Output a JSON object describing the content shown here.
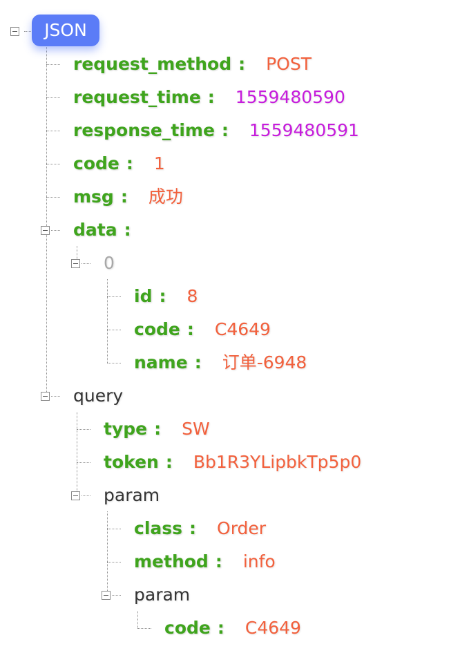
{
  "root": {
    "label": "JSON"
  },
  "rows": {
    "request_method": {
      "key": "request_method",
      "value": "POST"
    },
    "request_time": {
      "key": "request_time",
      "value": "1559480590"
    },
    "response_time": {
      "key": "response_time",
      "value": "1559480591"
    },
    "code": {
      "key": "code",
      "value": "1"
    },
    "msg": {
      "key": "msg",
      "value": "成功"
    },
    "data": {
      "key": "data"
    },
    "data_index": {
      "value": "0"
    },
    "data_id": {
      "key": "id",
      "value": "8"
    },
    "data_code": {
      "key": "code",
      "value": "C4649"
    },
    "data_name": {
      "key": "name",
      "value": "订单-6948"
    },
    "query": {
      "key": "query"
    },
    "query_type": {
      "key": "type",
      "value": "SW"
    },
    "query_token": {
      "key": "token",
      "value": "Bb1R3YLipbkTp5p0"
    },
    "query_param": {
      "key": "param"
    },
    "param_class": {
      "key": "class",
      "value": "Order"
    },
    "param_method": {
      "key": "method",
      "value": "info"
    },
    "param_param": {
      "key": "param"
    },
    "param_param_code": {
      "key": "code",
      "value": "C4649"
    }
  },
  "separator": ":",
  "colors": {
    "key": "#3fa41d",
    "string": "#f2603c",
    "number": "#c61bdc",
    "index": "#a8a8a8",
    "badge": "#5b7cf7"
  },
  "icons": {
    "toggle": "collapse-toggle-icon"
  }
}
